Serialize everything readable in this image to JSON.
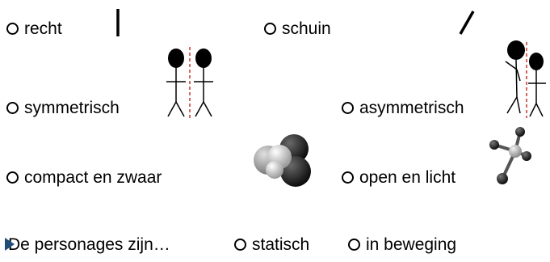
{
  "options": {
    "recht": "recht",
    "schuin": "schuin",
    "symmetrisch": "symmetrisch",
    "asymmetrisch": "asymmetrisch",
    "compact": "compact en zwaar",
    "open": "open en licht"
  },
  "bottom": {
    "prompt": "De personages zijn…",
    "statisch": "statisch",
    "beweging": "in beweging"
  },
  "icons": {
    "vertical_line": "vertical-line-icon",
    "diagonal_line": "diagonal-line-icon",
    "symmetric_figures": "symmetric-figures-icon",
    "asymmetric_figures": "asymmetric-figures-icon",
    "compact_molecule": "compact-molecule-icon",
    "open_molecule": "open-molecule-icon",
    "bullet": "play-bullet-icon"
  },
  "colors": {
    "axis_dash": "#c0392b",
    "bullet": "#1f4e79"
  }
}
